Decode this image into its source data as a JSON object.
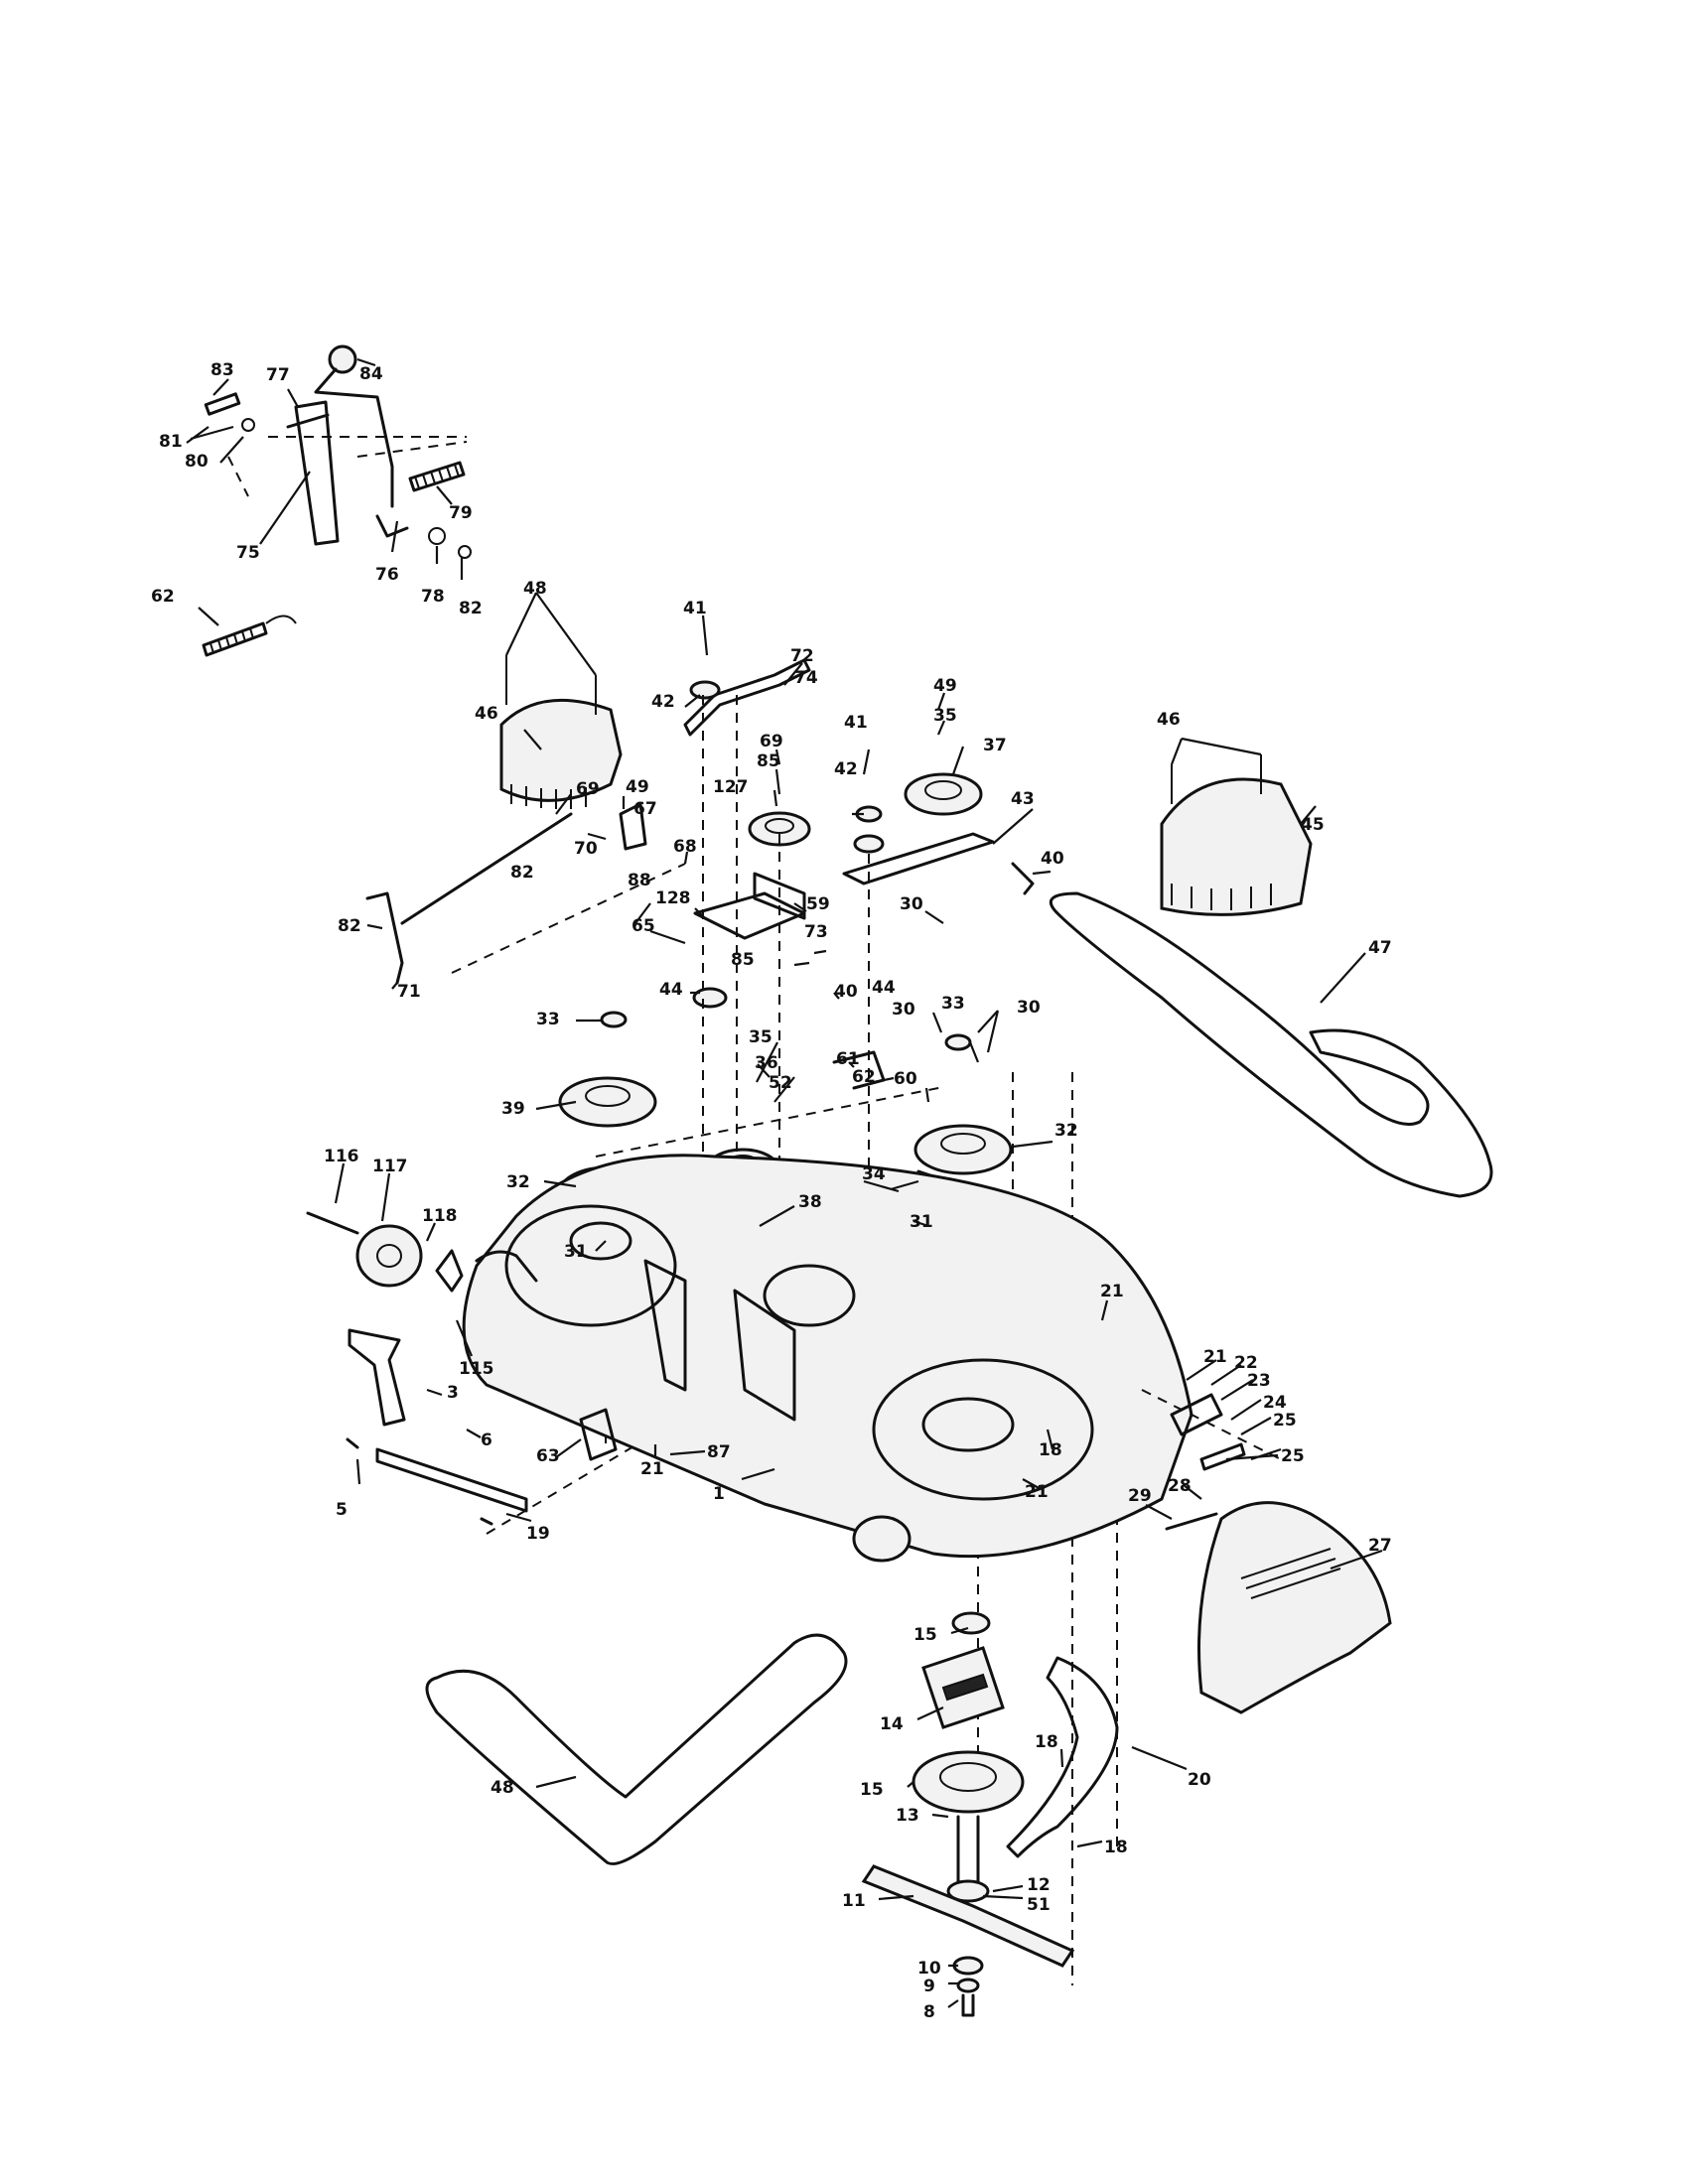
{
  "callouts": [
    {
      "id": "c-83",
      "label": "83"
    },
    {
      "id": "c-77",
      "label": "77"
    },
    {
      "id": "c-84",
      "label": "84"
    },
    {
      "id": "c-81",
      "label": "81"
    },
    {
      "id": "c-80",
      "label": "80"
    },
    {
      "id": "c-75",
      "label": "75"
    },
    {
      "id": "c-79",
      "label": "79"
    },
    {
      "id": "c-76",
      "label": "76"
    },
    {
      "id": "c-78",
      "label": "78"
    },
    {
      "id": "c-82a",
      "label": "82"
    },
    {
      "id": "c-62",
      "label": "62"
    },
    {
      "id": "c-48a",
      "label": "48"
    },
    {
      "id": "c-46a",
      "label": "46"
    },
    {
      "id": "c-41a",
      "label": "41"
    },
    {
      "id": "c-72",
      "label": "72"
    },
    {
      "id": "c-74",
      "label": "74"
    },
    {
      "id": "c-42a",
      "label": "42"
    },
    {
      "id": "c-69a",
      "label": "69"
    },
    {
      "id": "c-85a",
      "label": "85"
    },
    {
      "id": "c-127",
      "label": "127"
    },
    {
      "id": "c-41b",
      "label": "41"
    },
    {
      "id": "c-42b",
      "label": "42"
    },
    {
      "id": "c-49",
      "label": "49"
    },
    {
      "id": "c-35a",
      "label": "35"
    },
    {
      "id": "c-37",
      "label": "37"
    },
    {
      "id": "c-43",
      "label": "43"
    },
    {
      "id": "c-46b",
      "label": "46"
    },
    {
      "id": "c-45",
      "label": "45"
    },
    {
      "id": "c-69b",
      "label": "69"
    },
    {
      "id": "c-49b",
      "label": "49"
    },
    {
      "id": "c-67",
      "label": "67"
    },
    {
      "id": "c-70",
      "label": "70"
    },
    {
      "id": "c-68",
      "label": "68"
    },
    {
      "id": "c-88",
      "label": "88"
    },
    {
      "id": "c-82b",
      "label": "82"
    },
    {
      "id": "c-59",
      "label": "59"
    },
    {
      "id": "c-40a",
      "label": "40"
    },
    {
      "id": "c-30a",
      "label": "30"
    },
    {
      "id": "c-82c",
      "label": "82"
    },
    {
      "id": "c-71",
      "label": "71"
    },
    {
      "id": "c-128",
      "label": "128"
    },
    {
      "id": "c-65",
      "label": "65"
    },
    {
      "id": "c-44a",
      "label": "44"
    },
    {
      "id": "c-44b",
      "label": "44"
    },
    {
      "id": "c-33a",
      "label": "33"
    },
    {
      "id": "c-85b",
      "label": "85"
    },
    {
      "id": "c-73",
      "label": "73"
    },
    {
      "id": "c-40b",
      "label": "40"
    },
    {
      "id": "c-30b",
      "label": "30"
    },
    {
      "id": "c-33b",
      "label": "33"
    },
    {
      "id": "c-30c",
      "label": "30"
    },
    {
      "id": "c-47",
      "label": "47"
    },
    {
      "id": "c-39",
      "label": "39"
    },
    {
      "id": "c-35b",
      "label": "35"
    },
    {
      "id": "c-36",
      "label": "36"
    },
    {
      "id": "c-52",
      "label": "52"
    },
    {
      "id": "c-61",
      "label": "61"
    },
    {
      "id": "c-62b",
      "label": "62"
    },
    {
      "id": "c-60",
      "label": "60"
    },
    {
      "id": "c-32a",
      "label": "32"
    },
    {
      "id": "c-32b",
      "label": "32"
    },
    {
      "id": "c-31a",
      "label": "31"
    },
    {
      "id": "c-38",
      "label": "38"
    },
    {
      "id": "c-31b",
      "label": "31"
    },
    {
      "id": "c-34",
      "label": "34"
    },
    {
      "id": "c-116",
      "label": "116"
    },
    {
      "id": "c-117",
      "label": "117"
    },
    {
      "id": "c-118",
      "label": "118"
    },
    {
      "id": "c-115",
      "label": "115"
    },
    {
      "id": "c-21a",
      "label": "21"
    },
    {
      "id": "c-3",
      "label": "3"
    },
    {
      "id": "c-6",
      "label": "6"
    },
    {
      "id": "c-63",
      "label": "63"
    },
    {
      "id": "c-21b",
      "label": "21"
    },
    {
      "id": "c-87",
      "label": "87"
    },
    {
      "id": "c-18a",
      "label": "18"
    },
    {
      "id": "c-21c",
      "label": "21"
    },
    {
      "id": "c-21d",
      "label": "21"
    },
    {
      "id": "c-22",
      "label": "22"
    },
    {
      "id": "c-23",
      "label": "23"
    },
    {
      "id": "c-24",
      "label": "24"
    },
    {
      "id": "c-25a",
      "label": "25"
    },
    {
      "id": "c-25b",
      "label": "25"
    },
    {
      "id": "c-28",
      "label": "28"
    },
    {
      "id": "c-29",
      "label": "29"
    },
    {
      "id": "c-5",
      "label": "5"
    },
    {
      "id": "c-1",
      "label": "1"
    },
    {
      "id": "c-19",
      "label": "19"
    },
    {
      "id": "c-27",
      "label": "27"
    },
    {
      "id": "c-15a",
      "label": "15"
    },
    {
      "id": "c-14",
      "label": "14"
    },
    {
      "id": "c-18b",
      "label": "18"
    },
    {
      "id": "c-20",
      "label": "20"
    },
    {
      "id": "c-15b",
      "label": "15"
    },
    {
      "id": "c-48b",
      "label": "48"
    },
    {
      "id": "c-13",
      "label": "13"
    },
    {
      "id": "c-18c",
      "label": "18"
    },
    {
      "id": "c-12",
      "label": "12"
    },
    {
      "id": "c-51",
      "label": "51"
    },
    {
      "id": "c-11",
      "label": "11"
    },
    {
      "id": "c-10",
      "label": "10"
    },
    {
      "id": "c-9",
      "label": "9"
    },
    {
      "id": "c-8",
      "label": "8"
    }
  ]
}
